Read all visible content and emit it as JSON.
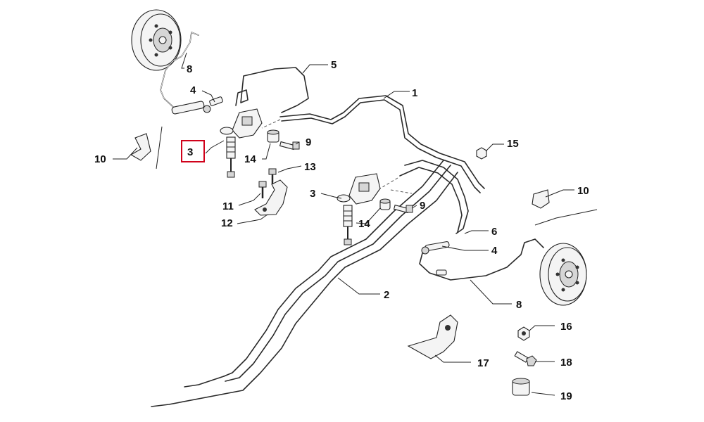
{
  "diagram": {
    "highlight_color": "#d0021b",
    "callouts": [
      {
        "id": "c1",
        "label": "1"
      },
      {
        "id": "c2",
        "label": "2"
      },
      {
        "id": "c3a",
        "label": "3"
      },
      {
        "id": "c3b",
        "label": "3"
      },
      {
        "id": "c4a",
        "label": "4"
      },
      {
        "id": "c4b",
        "label": "4"
      },
      {
        "id": "c5",
        "label": "5"
      },
      {
        "id": "c6",
        "label": "6"
      },
      {
        "id": "c8a",
        "label": "8"
      },
      {
        "id": "c8b",
        "label": "8"
      },
      {
        "id": "c9a",
        "label": "9"
      },
      {
        "id": "c9b",
        "label": "9"
      },
      {
        "id": "c10a",
        "label": "10"
      },
      {
        "id": "c10b",
        "label": "10"
      },
      {
        "id": "c11",
        "label": "11"
      },
      {
        "id": "c12",
        "label": "12"
      },
      {
        "id": "c13",
        "label": "13"
      },
      {
        "id": "c14a",
        "label": "14"
      },
      {
        "id": "c14b",
        "label": "14"
      },
      {
        "id": "c15",
        "label": "15"
      },
      {
        "id": "c16",
        "label": "16"
      },
      {
        "id": "c17",
        "label": "17"
      },
      {
        "id": "c18",
        "label": "18"
      },
      {
        "id": "c19",
        "label": "19"
      }
    ]
  }
}
